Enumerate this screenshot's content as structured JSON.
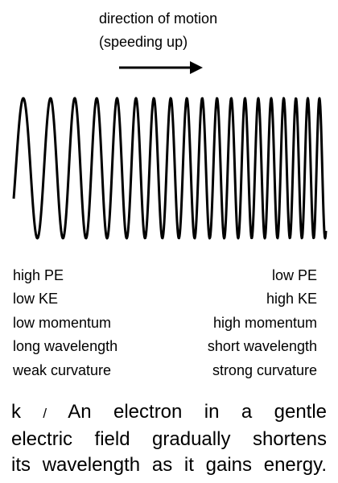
{
  "motion": {
    "line1": "direction of motion",
    "line2": "(speeding up)"
  },
  "left_labels": [
    "high PE",
    "low KE",
    "low momentum",
    "long wavelength",
    "weak curvature"
  ],
  "right_labels": [
    "low PE",
    "high KE",
    "high momentum",
    "short wavelength",
    "strong curvature"
  ],
  "caption": {
    "label": "k",
    "separator": "/",
    "lines": [
      "An electron in a gentle",
      "electric field gradually shortens",
      "its wavelength as it gains energy."
    ]
  },
  "colors": {
    "ink": "#000000",
    "background": "#ffffff"
  }
}
